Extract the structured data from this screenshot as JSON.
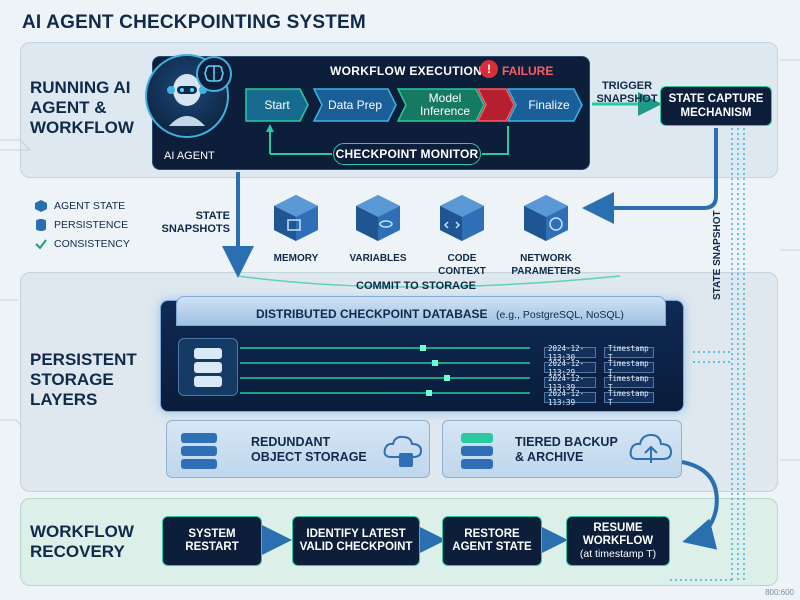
{
  "title": "AI AGENT CHECKPOINTING SYSTEM",
  "sections": {
    "running": "RUNNING AI AGENT & WORKFLOW",
    "storage": "PERSISTENT STORAGE LAYERS",
    "recovery": "WORKFLOW RECOVERY"
  },
  "workflow": {
    "label": "WORKFLOW EXECUTION",
    "failure": "FAILURE",
    "agent": "AI AGENT",
    "steps": [
      "Start",
      "Data Prep",
      "Model Inference",
      "",
      "Finalize"
    ],
    "monitor": "CHECKPOINT MONITOR"
  },
  "trigger": "TRIGGER SNAPSHOT",
  "capture": "STATE CAPTURE MECHANISM",
  "state_snapshots": "STATE SNAPSHOTS",
  "vertical_snapshot": "STATE SNAPSHOT",
  "legend": [
    "AGENT STATE",
    "PERSISTENCE",
    "CONSISTENCY"
  ],
  "state_items": [
    "MEMORY",
    "VARIABLES",
    "CODE CONTEXT",
    "NETWORK PARAMETERS"
  ],
  "commit": "COMMIT TO STORAGE",
  "database": {
    "title": "DISTRIBUTED CHECKPOINT DATABASE",
    "subtitle": "(e.g., PostgreSQL, NoSQL)",
    "rows": [
      {
        "time": "2024-12-113:30",
        "stamp": "Timestamp T"
      },
      {
        "time": "2024-12-113:29",
        "stamp": "Timestamp T"
      },
      {
        "time": "2024-12-113:39",
        "stamp": "Timestamp T"
      },
      {
        "time": "2024-12-113:39",
        "stamp": "Timestamp T"
      }
    ]
  },
  "storage": {
    "redundant": "REDUNDANT OBJECT STORAGE",
    "tiered": "TIERED BACKUP & ARCHIVE"
  },
  "recovery_steps": [
    {
      "label": "SYSTEM RESTART",
      "sub": ""
    },
    {
      "label": "IDENTIFY LATEST VALID CHECKPOINT",
      "sub": ""
    },
    {
      "label": "RESTORE AGENT STATE",
      "sub": ""
    },
    {
      "label": "RESUME WORKFLOW",
      "sub": "(at timestamp T)"
    }
  ],
  "corner": "800:600",
  "colors": {
    "navy": "#0c1e3a",
    "teal": "#2ac9a0",
    "failure": "#d92d3a",
    "accent": "#3fb2e0"
  }
}
